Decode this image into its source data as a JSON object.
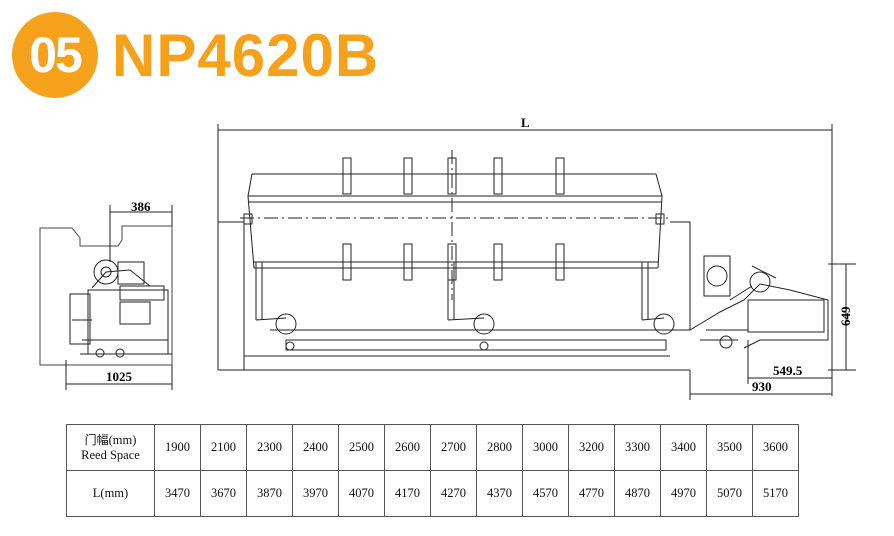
{
  "header": {
    "badge": "05",
    "model": "NP4620B"
  },
  "dimensions": {
    "L": "L",
    "d386": "386",
    "d1025": "1025",
    "d649": "649",
    "d549": "549.5",
    "d930": "930"
  },
  "table": {
    "row1_label_cn": "门幅",
    "row1_label_unit": "(mm)",
    "row1_label_en": "Reed Space",
    "row2_label": "L(mm)",
    "reed_space": [
      "1900",
      "2100",
      "2300",
      "2400",
      "2500",
      "2600",
      "2700",
      "2800",
      "3000",
      "3200",
      "3300",
      "3400",
      "3500",
      "3600"
    ],
    "length": [
      "3470",
      "3670",
      "3870",
      "3970",
      "4070",
      "4170",
      "4270",
      "4370",
      "4570",
      "4770",
      "4870",
      "4970",
      "5070",
      "5170"
    ]
  }
}
